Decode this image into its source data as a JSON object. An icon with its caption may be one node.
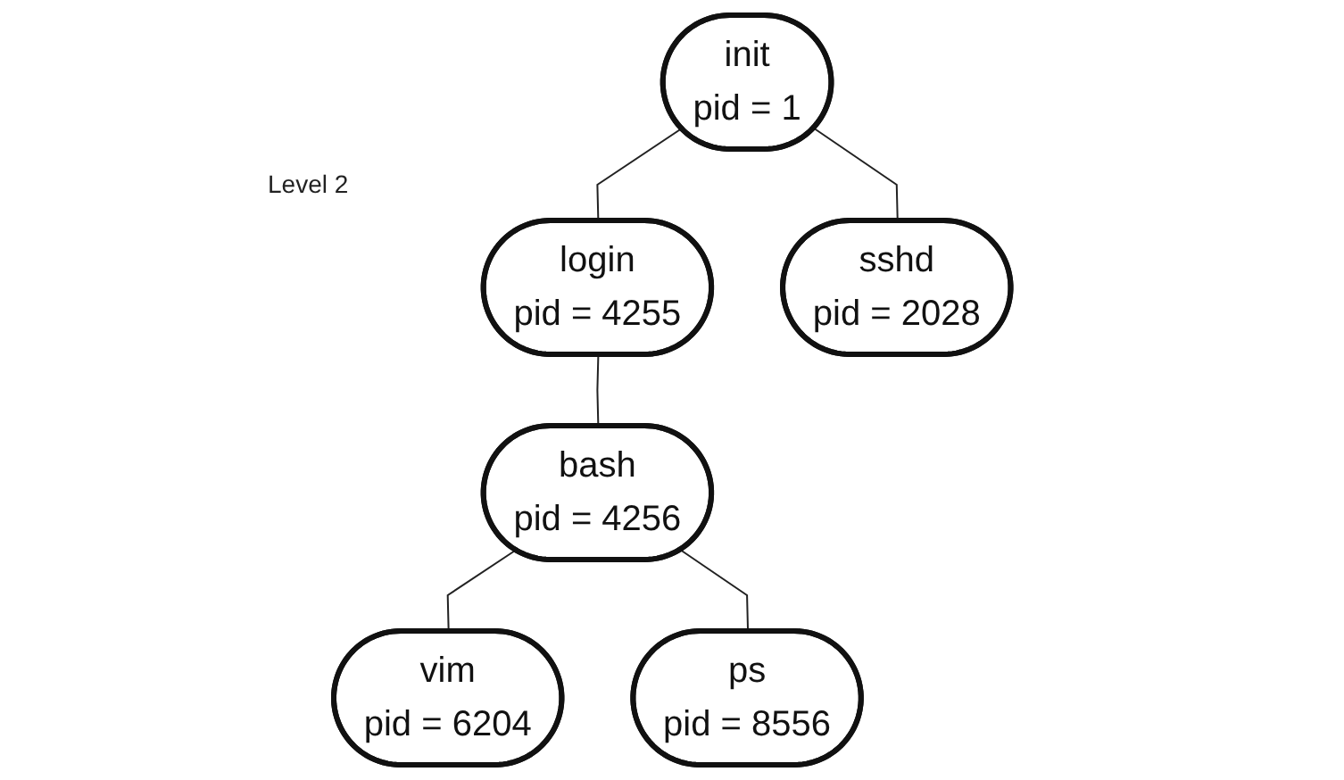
{
  "diagram": {
    "nodes": [
      {
        "text": [
          "init",
          "pid = 1"
        ]
      },
      {
        "text": [
          "login",
          "pid = 4255"
        ]
      },
      {
        "text": [
          "sshd",
          "pid = 2028"
        ]
      },
      {
        "text": [
          "bash",
          "pid = 4256"
        ]
      },
      {
        "text": [
          "vim",
          "pid = 6204"
        ]
      },
      {
        "text": [
          "ps",
          "pid = 8556"
        ]
      }
    ],
    "edges": [
      {
        "from": 0,
        "to": 1,
        "arrow": "none"
      },
      {
        "from": 0,
        "to": 2,
        "arrow": "none"
      },
      {
        "from": 1,
        "to": 3,
        "arrow": "none"
      },
      {
        "from": 3,
        "to": 4,
        "arrow": "none"
      },
      {
        "from": 3,
        "to": 5,
        "arrow": "none"
      }
    ],
    "labels": [
      "Level 2"
    ]
  }
}
